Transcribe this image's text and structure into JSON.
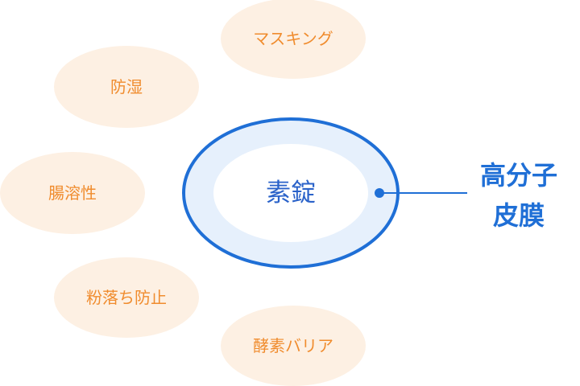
{
  "colors": {
    "bubble_fill": "#fdf0e3",
    "bubble_text": "#f08c2e",
    "ring_stroke": "#1f6fd6",
    "ring_fill": "#e6f0fc",
    "core_fill": "#ffffff",
    "core_text": "#2a62c9",
    "label_text": "#1f6fd6",
    "connector": "#1f6fd6"
  },
  "features": [
    {
      "key": "masking",
      "label": "マスキング"
    },
    {
      "key": "moisture",
      "label": "防湿"
    },
    {
      "key": "enteric",
      "label": "腸溶性"
    },
    {
      "key": "anti-dust",
      "label": "粉落ち防止"
    },
    {
      "key": "enzyme-barrier",
      "label": "酵素バリア"
    }
  ],
  "core": {
    "label": "素錠"
  },
  "film": {
    "line1": "高分子",
    "line2": "皮膜"
  }
}
